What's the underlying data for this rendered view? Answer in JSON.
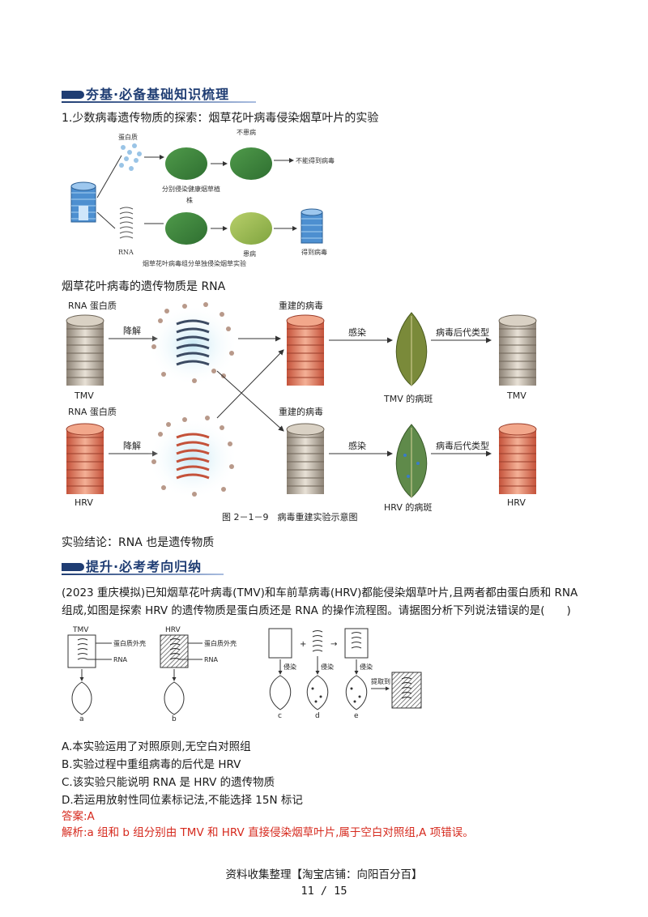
{
  "section1": {
    "title": "夯基·必备基础知识梳理"
  },
  "item1": "1.少数病毒遗传物质的探索：烟草花叶病毒侵染烟草叶片的实验",
  "fig1": {
    "protein": "蛋白质",
    "not_sick": "不患病",
    "no_virus": "不能得到病毒",
    "separate": "分别侵染健康烟草植",
    "plant": "株",
    "rna": "RNA",
    "sick": "患病",
    "get_virus": "得到病毒",
    "caption": "烟草花叶病毒组分单独侵染烟草实验"
  },
  "conclusion1": "烟草花叶病毒的遗传物质是 RNA",
  "fig2": {
    "rna_protein_top": "RNA 蛋白质",
    "rna_protein_bottom": "RNA 蛋白质",
    "tmv": "TMV",
    "hrv": "HRV",
    "degrade": "降解",
    "rebuilt": "重建的病毒",
    "infect": "感染",
    "offspring": "病毒后代类型",
    "tmv_spot": "TMV 的病斑",
    "hrv_spot": "HRV 的病斑",
    "caption": "图 2－1－9　病毒重建实验示意图"
  },
  "conclusion2": "实验结论：RNA 也是遗传物质",
  "section2": {
    "title": "提升·必考考向归纳"
  },
  "question": {
    "line1": "(2023 重庆模拟)已知烟草花叶病毒(TMV)和车前草病毒(HRV)都能侵染烟草叶片,且两者都由蛋白质和 RNA",
    "line2": "组成,如图是探索 HRV 的遗传物质是蛋白质还是 RNA 的操作流程图。请据图分析下列说法错误的是(　　)"
  },
  "fig3": {
    "tmv": "TMV",
    "hrv": "HRV",
    "shell": "蛋白质外壳",
    "rna": "RNA",
    "infect": "侵染",
    "extract": "提取到",
    "a": "a",
    "b": "b",
    "c": "c",
    "d": "d",
    "e": "e"
  },
  "options": [
    "A.本实验运用了对照原则,无空白对照组",
    "B.实验过程中重组病毒的后代是 HRV",
    "C.该实验只能说明 RNA 是 HRV 的遗传物质",
    "D.若运用放射性同位素标记法,不能选择 15N 标记"
  ],
  "answer": "答案:A",
  "analysis": "解析:a 组和 b 组分别由 TMV 和 HRV 直接侵染烟草叶片,属于空白对照组,A 项错误。",
  "footer": {
    "source": "资料收集整理【淘宝店铺：向阳百分百】",
    "page": "11  /  15"
  },
  "colors": {
    "accent": "#1f3d73",
    "answer": "#d62a1e"
  }
}
